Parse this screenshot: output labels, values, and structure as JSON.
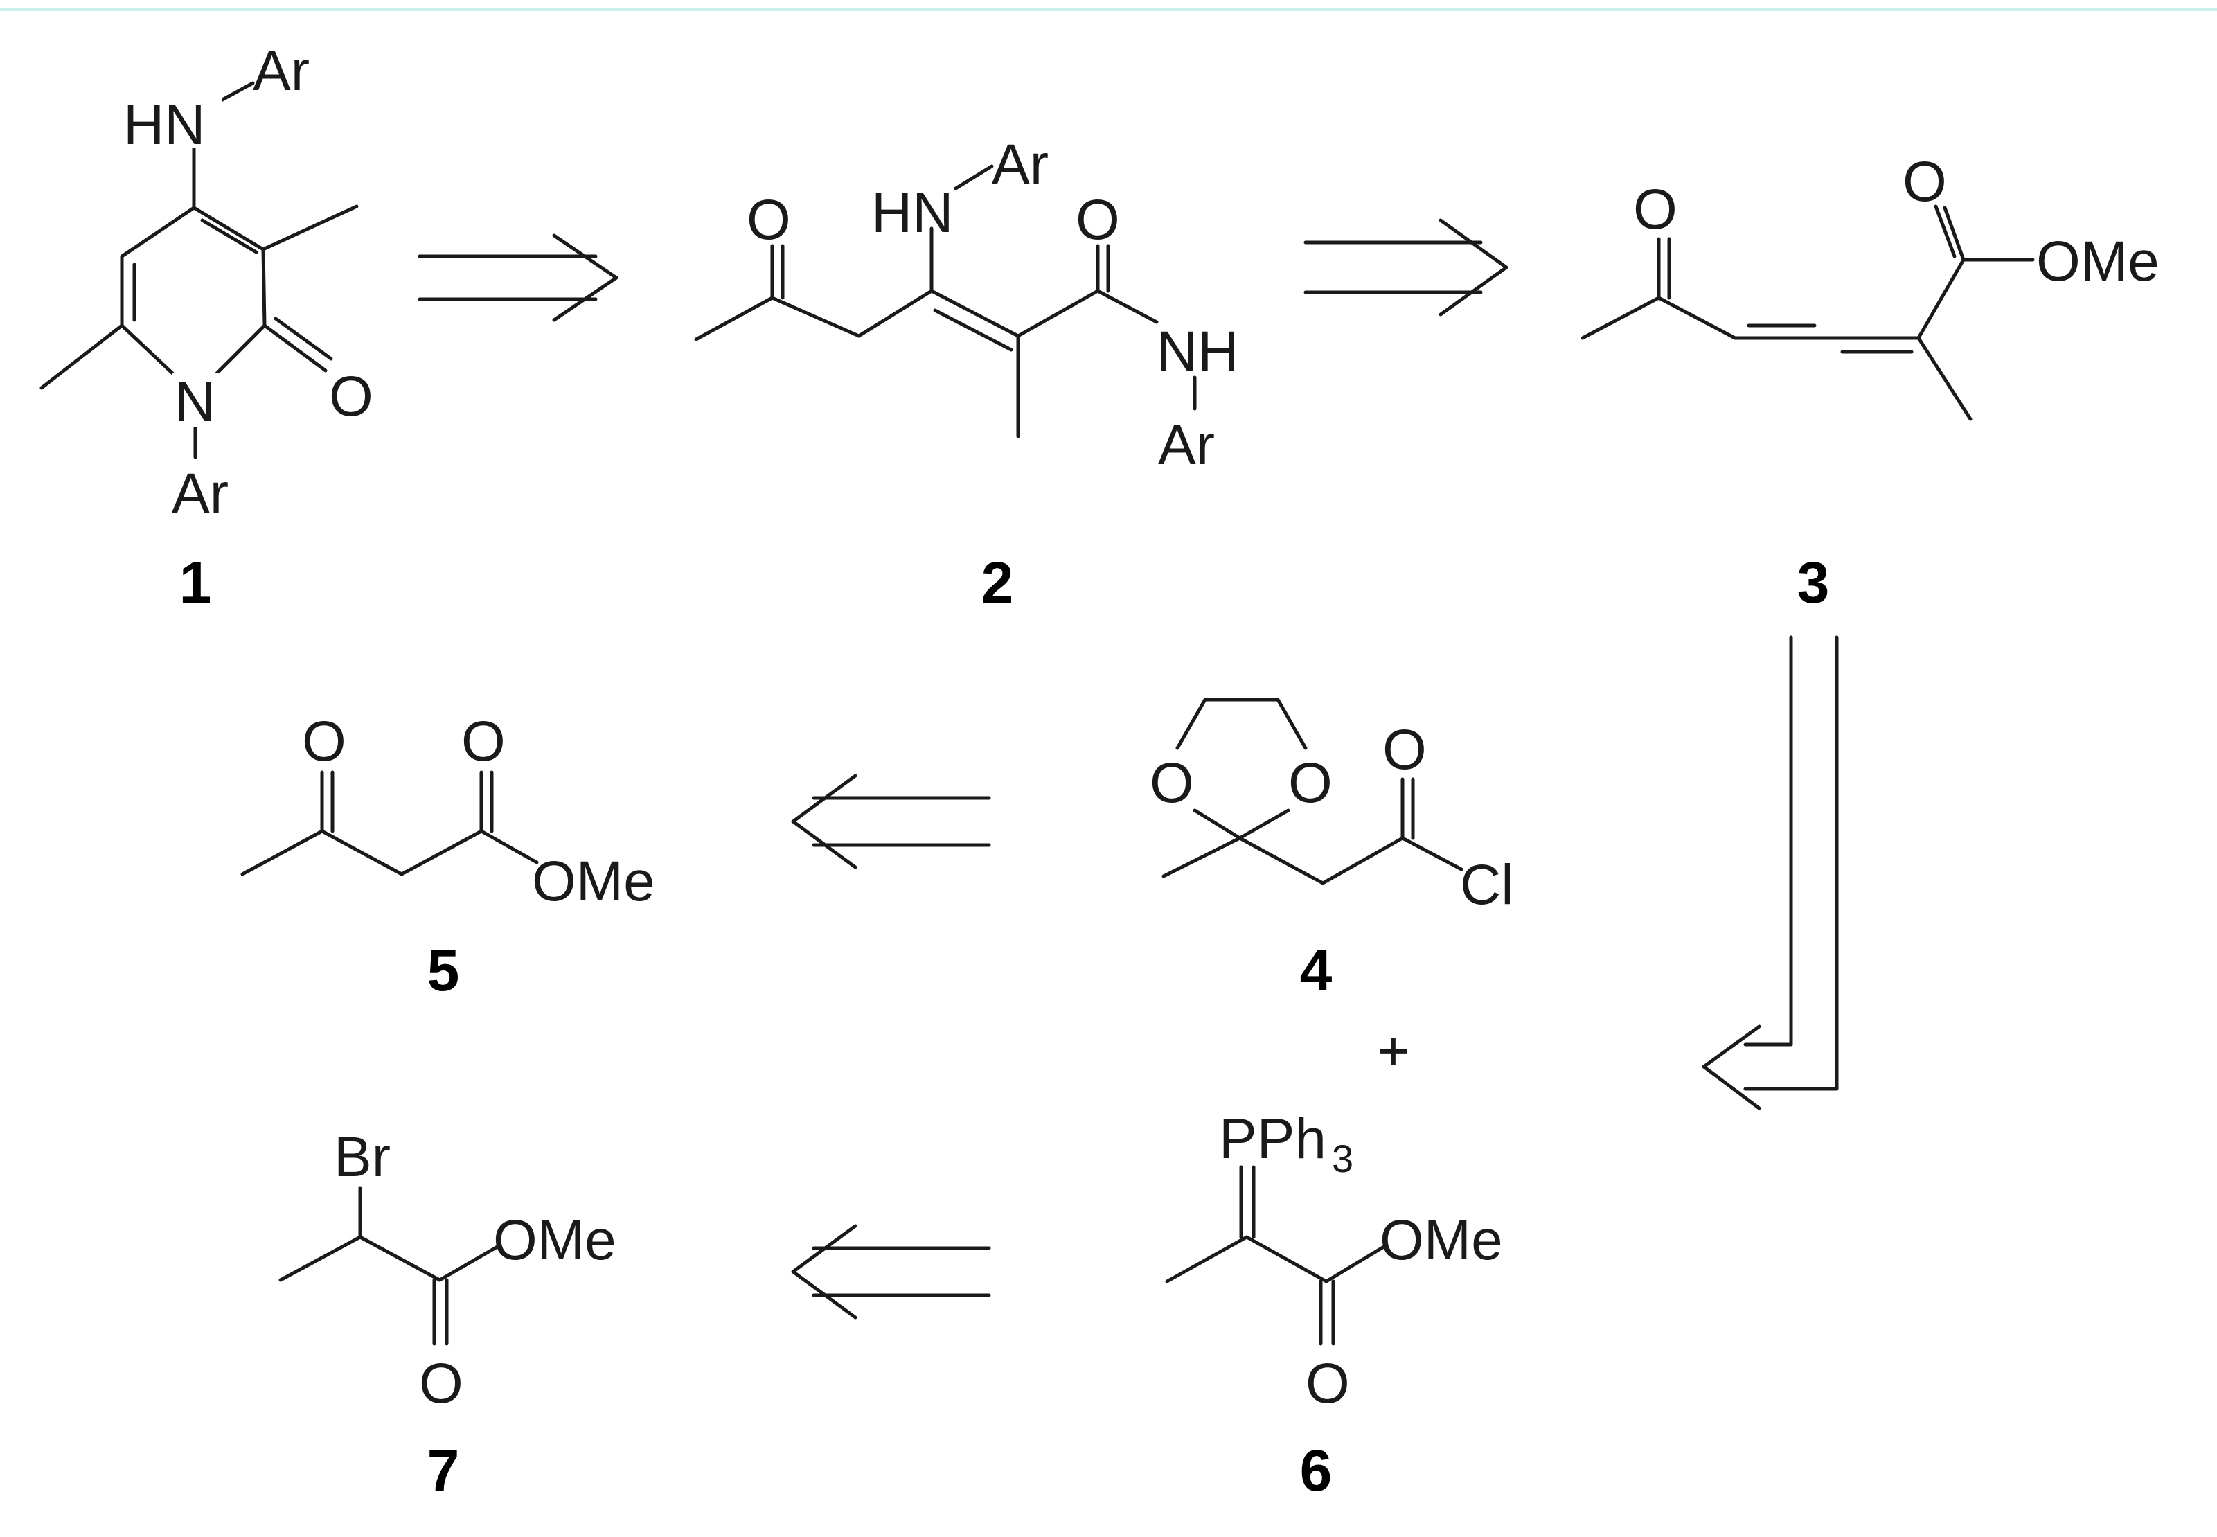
{
  "colors": {
    "background": "#ffffff",
    "ink": "#1a1a1a",
    "top_rule": "#c7f0ee"
  },
  "compounds": {
    "c1": {
      "number": "1",
      "labels": {
        "hn": "HN",
        "ar_top": "Ar",
        "n": "N",
        "o": "O",
        "ar_bottom": "Ar"
      }
    },
    "c2": {
      "number": "2",
      "labels": {
        "o1": "O",
        "hn": "HN",
        "ar_top": "Ar",
        "o2": "O",
        "nh": "NH",
        "ar_bottom": "Ar"
      }
    },
    "c3": {
      "number": "3",
      "labels": {
        "o1": "O",
        "o2": "O",
        "ome": "OMe"
      }
    },
    "c4": {
      "number": "4",
      "labels": {
        "o_ring1": "O",
        "o_ring2": "O",
        "o_carbonyl": "O",
        "cl": "Cl"
      }
    },
    "c5": {
      "number": "5",
      "labels": {
        "o1": "O",
        "o2": "O",
        "ome": "OMe"
      }
    },
    "c6": {
      "number": "6",
      "labels": {
        "pph": "PPh",
        "pph_sub": "3",
        "ome": "OMe",
        "o": "O"
      }
    },
    "c7": {
      "number": "7",
      "labels": {
        "br": "Br",
        "ome": "OMe",
        "o": "O"
      }
    }
  },
  "plus": "+",
  "arrows": [
    {
      "from": "1",
      "to": "2",
      "kind": "retrosynthetic",
      "direction": "right"
    },
    {
      "from": "2",
      "to": "3",
      "kind": "retrosynthetic",
      "direction": "right"
    },
    {
      "from": "3",
      "to": "4 + 6",
      "kind": "retrosynthetic",
      "direction": "down-then-left"
    },
    {
      "from": "4",
      "to": "5",
      "kind": "retrosynthetic",
      "direction": "left"
    },
    {
      "from": "6",
      "to": "7",
      "kind": "retrosynthetic",
      "direction": "left"
    }
  ]
}
